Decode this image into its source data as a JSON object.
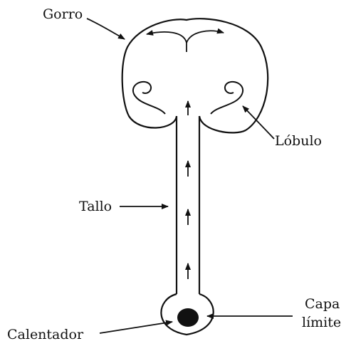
{
  "labels": {
    "gorro": "Gorro",
    "lobulo": "Lóbulo",
    "tallo": "Tallo",
    "capa_line1": "Capa",
    "capa_line2": "límite",
    "calentador": "Calentador"
  },
  "colors": {
    "ink": "#111111",
    "background": "#ffffff"
  }
}
